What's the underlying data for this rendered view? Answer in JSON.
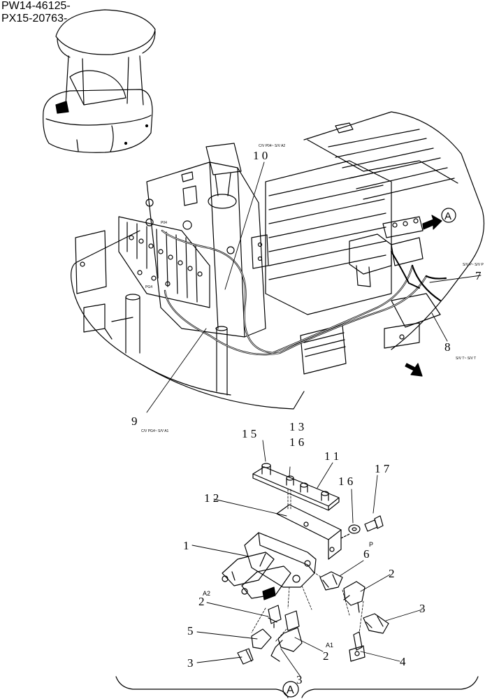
{
  "header": {
    "serial_line1": "PW14-46125-",
    "serial_line2": "PX15-20763-"
  },
  "callouts": {
    "c1": "1",
    "c2a": "2",
    "c2b": "2",
    "c2c": "2",
    "c3a": "3",
    "c3b": "3",
    "c3c": "3",
    "c4": "4",
    "c5": "5",
    "c6a": "6",
    "c6b": "1 6",
    "c7": "7",
    "c8": "8",
    "c9": "9",
    "c10": "1 0",
    "c11": "1 1",
    "c12": "1 2",
    "c13": "1 3",
    "c15": "1 5",
    "c16": "1 6",
    "c17": "1 7"
  },
  "port_labels": {
    "a2": "A2",
    "a1": "A1",
    "p": "P",
    "p04": "P04",
    "pg4": "PG4"
  },
  "view_marker": {
    "letter": "A",
    "bottom_letter": "A"
  },
  "notes": {
    "n10": "C/V P04~ S/V A2",
    "n9": "C/V PG4~ S/V A1",
    "n7": "S/V P~ S/V P",
    "n8": "S/V T~ S/V T"
  }
}
